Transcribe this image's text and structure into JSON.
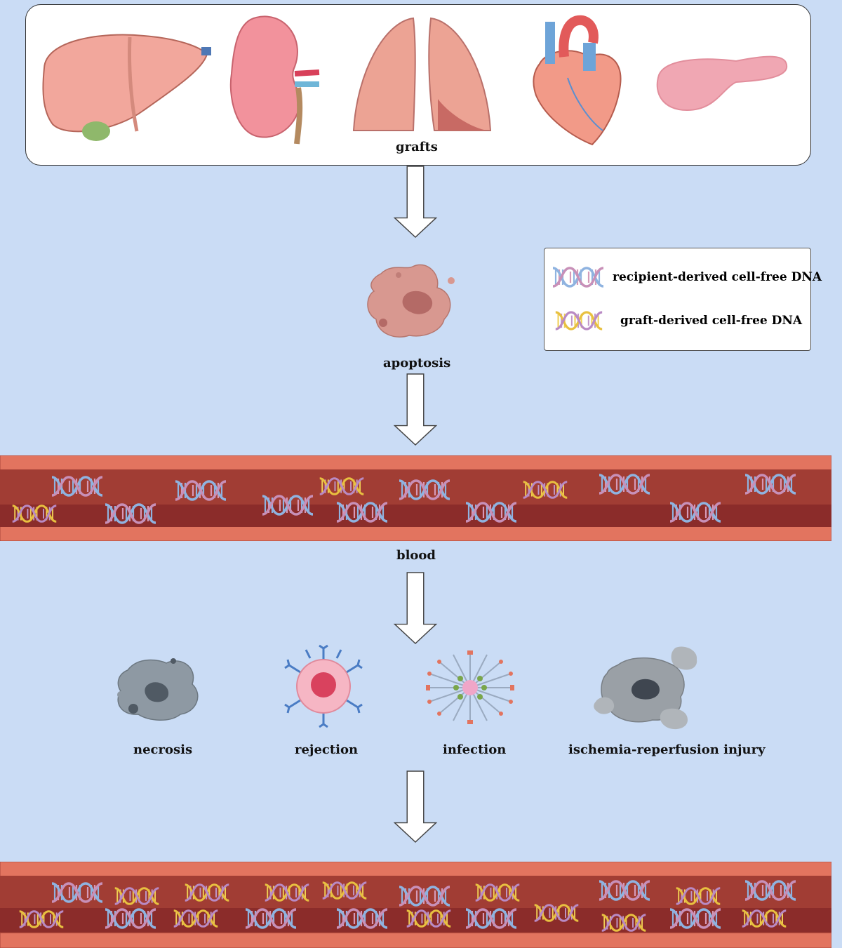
{
  "grafts": {
    "label": "grafts",
    "organs": [
      "liver-icon",
      "kidney-icon",
      "lungs-icon",
      "heart-icon",
      "pancreas-icon"
    ]
  },
  "legend": {
    "recipient": "recipient-derived cell-free DNA",
    "graft": "graft-derived cell-free DNA"
  },
  "apoptosis": {
    "label": "apoptosis"
  },
  "blood": {
    "label": "blood"
  },
  "causes": [
    {
      "label": "necrosis",
      "icon": "necrotic-cell-icon"
    },
    {
      "label": "rejection",
      "icon": "immune-cell-icon"
    },
    {
      "label": "infection",
      "icon": "pathogen-icon"
    },
    {
      "label": "ischemia-reperfusion injury",
      "icon": "injured-cell-icon"
    }
  ],
  "colors": {
    "background": "#cadcf5",
    "vessel_outer": "#e2745f",
    "vessel_mid": "#a13d34",
    "vessel_inner": "#8b2c2a",
    "recipient_dna_a": "#8fb3e0",
    "recipient_dna_b": "#d59ab8",
    "graft_dna_a": "#f0cf55",
    "graft_dna_b": "#c098c8"
  }
}
